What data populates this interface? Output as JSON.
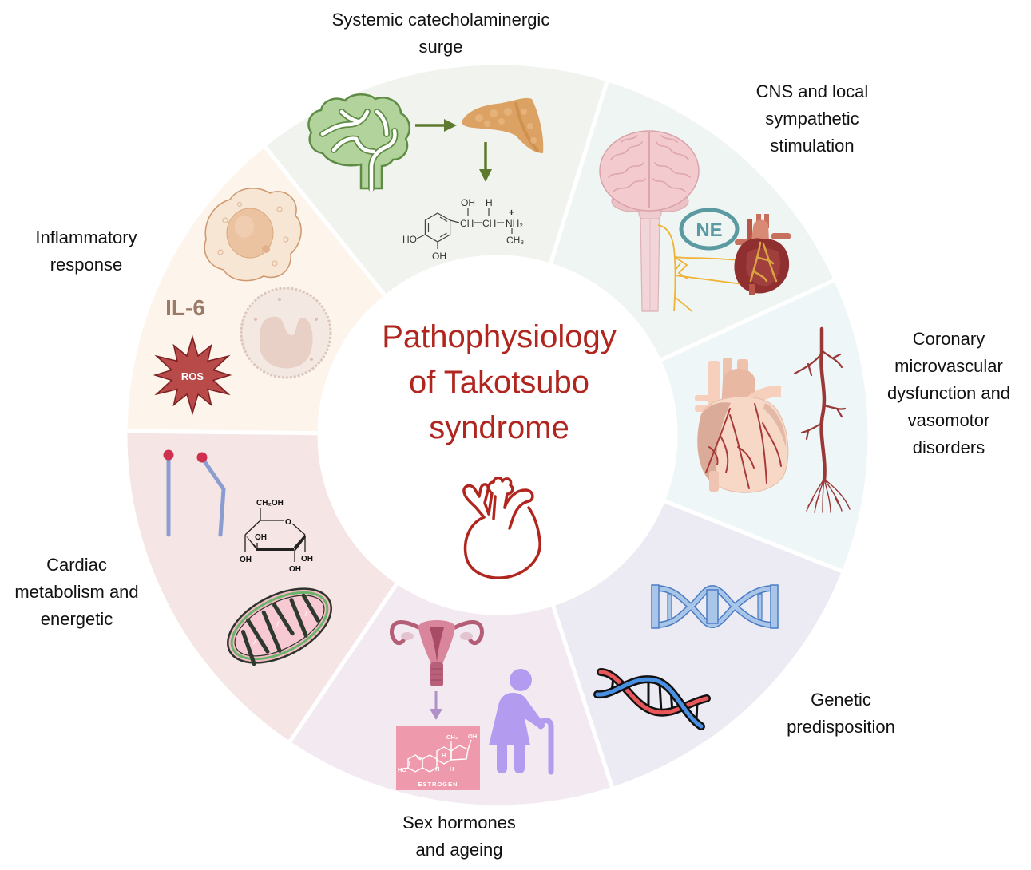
{
  "title": {
    "lines": [
      "Pathophysiology",
      "of Takotsubo",
      "syndrome"
    ],
    "color": "#b0261e"
  },
  "segments": [
    {
      "name": "systemic-catecholaminergic-surge",
      "label_lines": [
        "Systemic catecholaminergic",
        "surge"
      ],
      "fill": "#f1f4ee",
      "icons": [
        "brain-icon",
        "right-arrow-icon",
        "adrenal-gland-icon",
        "down-arrow-icon",
        "epinephrine-structure-icon"
      ]
    },
    {
      "name": "cns-local-sympathetic-stimulation",
      "label_lines": [
        "CNS and local",
        "sympathetic",
        "stimulation"
      ],
      "fill": "#eef5f3",
      "icons": [
        "brain-spinal-cord-icon",
        "sympathetic-nerves-icon",
        "norepinephrine-badge-icon",
        "anatomical-heart-icon"
      ]
    },
    {
      "name": "coronary-microvascular-dysfunction",
      "label_lines": [
        "Coronary",
        "microvascular",
        "dysfunction and",
        "vasomotor",
        "disorders"
      ],
      "fill": "#eef6f8",
      "icons": [
        "coronary-heart-icon",
        "blood-vessel-tree-icon"
      ]
    },
    {
      "name": "genetic-predisposition",
      "label_lines": [
        "Genetic",
        "predisposition"
      ],
      "fill": "#ecebf4",
      "icons": [
        "dna-ladder-icon",
        "dna-helix-icon"
      ]
    },
    {
      "name": "sex-hormones-ageing",
      "label_lines": [
        "Sex hormones",
        "and ageing"
      ],
      "fill": "#f3e9f1",
      "icons": [
        "uterus-icon",
        "down-arrow-icon",
        "estrogen-structure-icon",
        "elderly-woman-icon"
      ]
    },
    {
      "name": "cardiac-metabolism-energetic",
      "label_lines": [
        "Cardiac",
        "metabolism and",
        "energetic"
      ],
      "fill": "#f6e5e5",
      "icons": [
        "fatty-acid-icon",
        "glucose-structure-icon",
        "mitochondrion-icon"
      ]
    },
    {
      "name": "inflammatory-response",
      "label_lines": [
        "Inflammatory",
        "response"
      ],
      "fill": "#fdf4ec",
      "icons": [
        "macrophage-icon",
        "monocyte-icon",
        "il6-label",
        "ros-burst-icon"
      ]
    }
  ],
  "icon_text": {
    "epinephrine": {
      "oh_top": "OH",
      "h_top": "H",
      "ch1": "CH",
      "ch2": "CH",
      "nh2": "NH₂",
      "plus": "+",
      "ch3": "CH₃",
      "ho": "HO",
      "oh_bottom": "OH"
    },
    "ne": "NE",
    "glucose": {
      "ch2oh": "CH₂OH",
      "o": "O",
      "oh_inner": "OH",
      "oh_left": "OH",
      "oh_right": "OH",
      "oh_bottom": "OH"
    },
    "estrogen": {
      "ch3": "CH₃",
      "oh": "OH",
      "h1": "H",
      "h2": "H",
      "h3": "H",
      "ho": "HO",
      "caption": "ESTROGEN"
    },
    "il6": "IL-6",
    "ros": "ROS"
  },
  "colors": {
    "label_text": "#111111",
    "catecholamine_green": "#5d7a2e",
    "ne_teal": "#5a9aa0",
    "il6_brown": "#9c7a68",
    "ros_red": "#b84a4a",
    "estrogen_pink": "#ee9aac",
    "ageing_lavender": "#b39cf0"
  }
}
